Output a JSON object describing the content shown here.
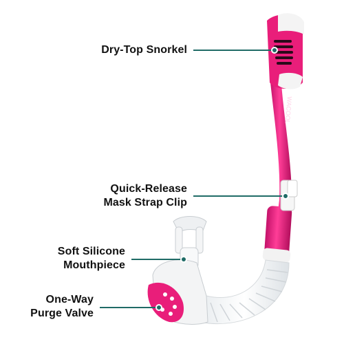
{
  "product": {
    "brand_text": "WACOOL",
    "colors": {
      "tube": "#e91e7a",
      "tube_dark": "#b5105c",
      "white_part": "#f4f4f4",
      "accent": "#1f6b66"
    }
  },
  "callouts": [
    {
      "id": "dry-top",
      "lines": [
        "Dry-Top Snorkel"
      ]
    },
    {
      "id": "clip",
      "lines": [
        "Quick-Release",
        "Mask Strap Clip"
      ]
    },
    {
      "id": "mouthpiece",
      "lines": [
        "Soft Silicone",
        "Mouthpiece"
      ]
    },
    {
      "id": "purge",
      "lines": [
        "One-Way",
        "Purge Valve"
      ]
    }
  ]
}
